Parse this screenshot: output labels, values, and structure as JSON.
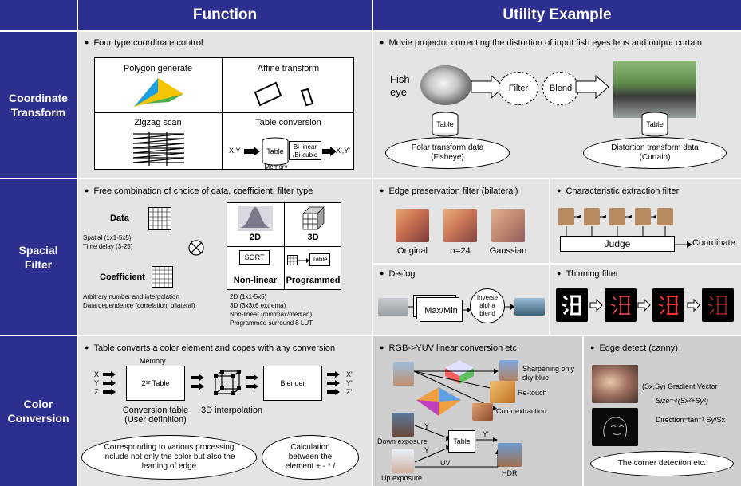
{
  "header": {
    "function": "Function",
    "utility": "Utility Example"
  },
  "rows": {
    "coord": "Coordinate Transform",
    "spatial": "Spacial Filter",
    "color": "Color Conversion"
  },
  "coord": {
    "bullet": "Four type coordinate control",
    "polygon": "Polygon generate",
    "affine": "Affine transform",
    "zigzag": "Zigzag scan",
    "table_conv": "Table conversion",
    "xy": "X,Y",
    "table": "Table",
    "bilinear": "Bi-linear /Bi-cubic",
    "xy_out": "X',Y'",
    "memory": "Memory",
    "util_bullet": "Movie projector correcting the distortion of input fish eyes lens and output curtain",
    "fish": "Fish",
    "eye": "eye",
    "filter": "Filter",
    "blend": "Blend",
    "table_a": "Table",
    "table_b": "Table",
    "polar1": "Polar transform data",
    "polar2": "(Fisheye)",
    "dist1": "Distortion transform data",
    "dist2": "(Curtain)"
  },
  "spatial": {
    "bullet": "Free combination of choice of data, coefficient, filter type",
    "data": "Data",
    "spatial_range": "Spatial (1x1-5x5)",
    "time_delay": "Time delay (3-25)",
    "coefficient": "Coefficient",
    "arbitrary": "Arbitrary number and interpolation",
    "dependence": "Data dependence (correlation, bilateral)",
    "t2d": "2D",
    "t3d": "3D",
    "sort": "SORT",
    "nonlinear": "Non-linear",
    "table": "Table",
    "programmed": "Programmed",
    "l1": "2D (1x1-5x5)",
    "l2": "3D (3x3x6 extrema)",
    "l3": "Non-linear (min/max/median)",
    "l4": "Programmed surround  8 LUT",
    "edge_bullet": "Edge preservation filter (bilateral)",
    "original": "Original",
    "sigma": "σ=24",
    "gaussian": "Gaussian",
    "char_bullet": "Characteristic extraction filter",
    "judge": "Judge",
    "coordinate": "Coordinate",
    "defog_bullet": "De-fog",
    "maxmin": "Max/Min",
    "inverse": "Inverse alpha blend",
    "thin_bullet": "Thinning filter"
  },
  "color": {
    "bullet": "Table converts  a color element and copes with any conversion",
    "memory": "Memory",
    "x": "X",
    "y": "Y",
    "z": "Z",
    "table": "2¹² Table",
    "blender": "Blender",
    "xo": "X'",
    "yo": "Y'",
    "zo": "Z'",
    "conv1": "Conversion table",
    "conv2": "(User definition)",
    "interp": "3D interpolation",
    "bubble1": "Corresponding to various processing include not only the color but also the leaning of edge",
    "bubble2": "Calculation between the element + - * /",
    "rgb_bullet": "RGB->YUV  linear conversion etc.",
    "sharp": "Sharpening  only sky blue",
    "retouch": "Re-touch",
    "extract": "Color extraction",
    "down": "Down exposure",
    "up": "Up exposure",
    "tbl": "Table",
    "yp": "Y'",
    "ylbl1": "Y",
    "ylbl2": "Y",
    "uv": "UV",
    "hdr": "HDR",
    "canny_bullet": "Edge detect (canny)",
    "gradient": "(Sx,Sy) Gradient Vector",
    "size": "Size=√(Sx²+Sy²)",
    "direction": "Direction=tan⁻¹ Sy/Sx",
    "corner": "The corner detection etc."
  },
  "colors": {
    "header": "#2d2f8e",
    "panel": "#e4e4e4",
    "panel_dark": "#cfcfcf"
  }
}
